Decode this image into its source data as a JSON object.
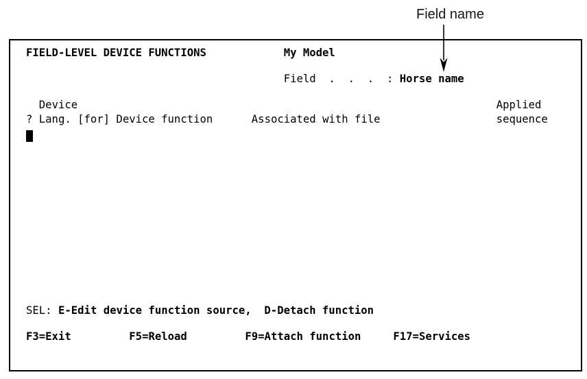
{
  "annotation": {
    "label": "Field name",
    "arrow": "down-arrow pointing at field value"
  },
  "screen": {
    "title": "FIELD-LEVEL DEVICE FUNCTIONS",
    "model_name": "My Model",
    "field_prompt": "Field  .  .  .  :",
    "field_value": "Horse name",
    "list_headers": {
      "device": "Device",
      "selector_lang": "? Lang. [for] Device function",
      "associated": "Associated with file",
      "applied": "Applied",
      "sequence": "sequence"
    },
    "sel_line": {
      "prompt": "SEL: ",
      "options": "E-Edit device function source,  D-Detach function"
    },
    "fkeys": [
      {
        "label": "F3=Exit"
      },
      {
        "label": "F5=Reload"
      },
      {
        "label": "F9=Attach function"
      },
      {
        "label": "F17=Services"
      }
    ],
    "colors": {
      "foreground": "#000000",
      "background": "#ffffff",
      "border": "#000000"
    }
  }
}
